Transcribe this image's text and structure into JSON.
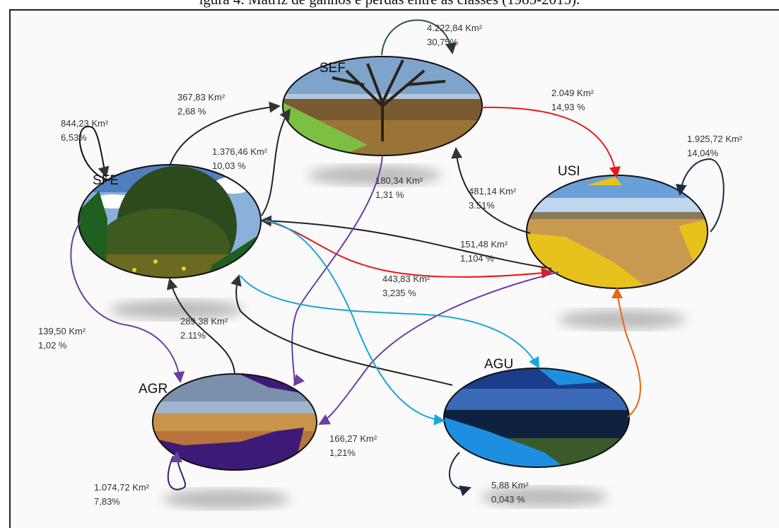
{
  "caption": "igura 4. Matriz de ganhos e perdas entre as classes (1985-2015).",
  "nodes": {
    "sef": {
      "name": "SEF",
      "color": "#7bc043"
    },
    "sfe": {
      "name": "SFE",
      "color": "#1f5f1f"
    },
    "usi": {
      "name": "USI",
      "color": "#e8c21c"
    },
    "agr": {
      "name": "AGR",
      "color": "#3d1a78"
    },
    "agu": {
      "name": "AGU",
      "color": "#1e8fe0"
    }
  },
  "flows": {
    "sef_self": {
      "area": "4.222,84 Km²",
      "pct": "30,75%"
    },
    "sef_usi": {
      "area": "2.049 Km²",
      "pct": "14,93 %"
    },
    "sfe_sef": {
      "area": "367,83 Km²",
      "pct": "2,68 %"
    },
    "sfe_self": {
      "area": "844,23 Km²",
      "pct": "6,53%"
    },
    "sfe_sef_b": {
      "area": "1.376,46 Km²",
      "pct": "10,03 %"
    },
    "usi_self": {
      "area": "1.925,72 Km²",
      "pct": "14,04%"
    },
    "sef_agr": {
      "area": "180,34  Km²",
      "pct": "1,31 %"
    },
    "usi_sef": {
      "area": "481,14 Km²",
      "pct": "3.51%"
    },
    "usi_sfe": {
      "area": "151,48 Km²",
      "pct": "1,104 %"
    },
    "sfe_usi": {
      "area": "443,83  Km²",
      "pct": "3,235 %"
    },
    "sfe_agr": {
      "area": "139,50  Km²",
      "pct": "1,02  %"
    },
    "agr_sfe": {
      "area": "289,38 Km²",
      "pct": "2.11%"
    },
    "usi_agr": {
      "area": "166,27 Km²",
      "pct": "1,21%"
    },
    "agr_self": {
      "area": "1.074,72 Km²",
      "pct": "7,83%"
    },
    "agu_self": {
      "area": "5,88 Km²",
      "pct": "0,043 %"
    }
  }
}
